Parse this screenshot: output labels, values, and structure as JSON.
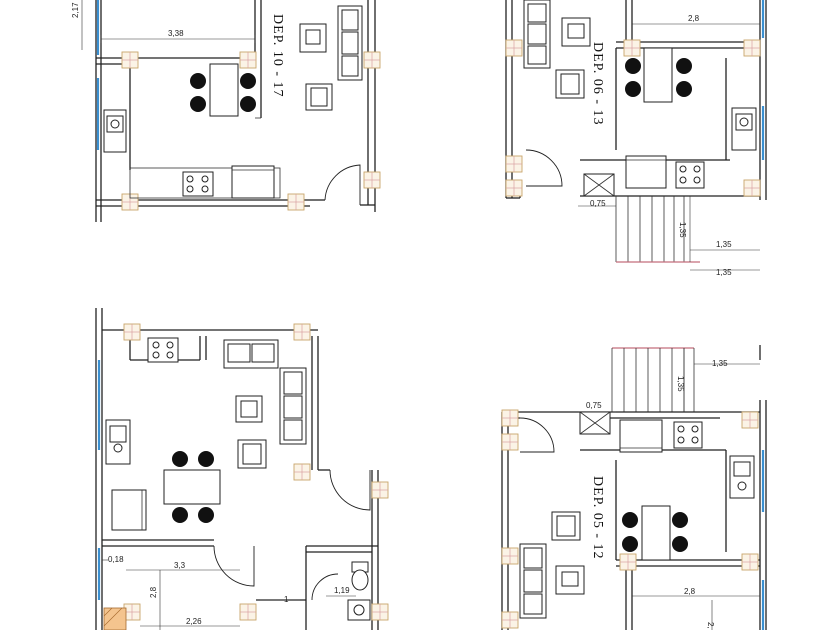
{
  "units": [
    {
      "label": "DEP. 10  -  17",
      "dims": {
        "top": "3,38",
        "side": "2,17"
      }
    },
    {
      "label": "DEP. 06  -  13",
      "dims": {
        "top": "2,8",
        "door": "0,75",
        "stair_a": "1,35",
        "stair_b": "1,35",
        "stair_c": "1,35"
      }
    },
    {
      "label": "",
      "dims": {
        "small": "0,18",
        "a": "3,3",
        "b": "2,8",
        "c": "2,26",
        "d": "1,19",
        "e": "1"
      }
    },
    {
      "label": "DEP. 05  -  12",
      "dims": {
        "door": "0,75",
        "stair_a": "1,35",
        "stair_b": "1,35",
        "top": "2,8",
        "side": "2,"
      }
    }
  ]
}
